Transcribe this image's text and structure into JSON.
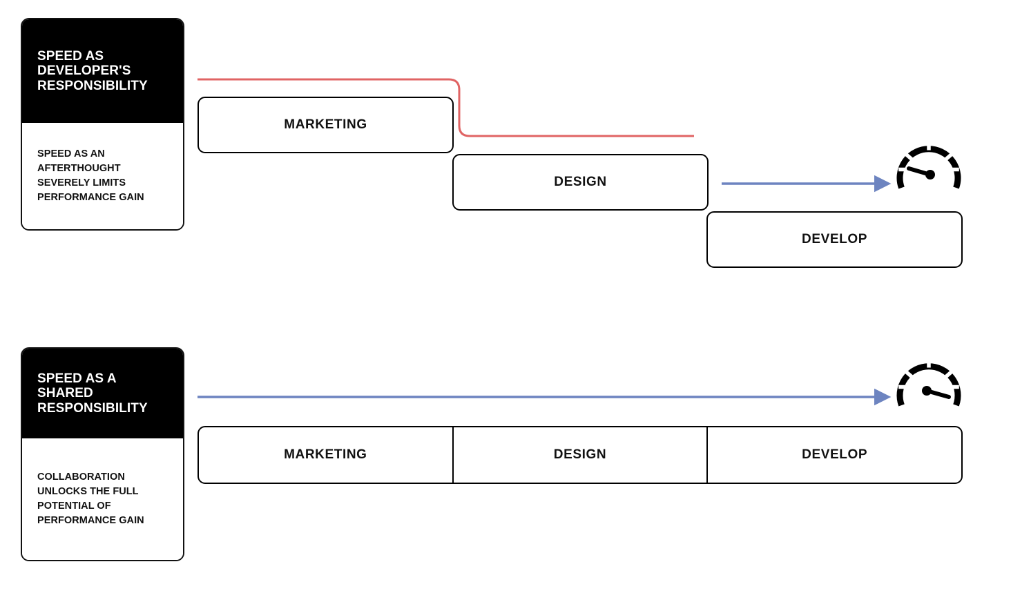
{
  "diagram": {
    "title": "Speed as developer's responsibility versus shared responsibility",
    "colors": {
      "ink": "#000000",
      "card_header_bg": "#000000",
      "card_header_text": "#ffffff",
      "slow_path": "#e06464",
      "fast_arrow": "#6d84c0",
      "background": "#ffffff"
    }
  },
  "scenarios": [
    {
      "id": "developer-responsibility",
      "card": {
        "headline": "SPEED AS DEVELOPER'S RESPONSIBILITY",
        "caption": "SPEED AS AN AFTERTHOUGHT SEVERELY LIMITS PERFORMANCE GAIN"
      },
      "layout": "staggered",
      "stages": [
        {
          "label": "MARKETING"
        },
        {
          "label": "DESIGN"
        },
        {
          "label": "DEVELOP"
        }
      ],
      "connectors": [
        {
          "name": "slow-path-line",
          "kind": "stepped-line",
          "color": "#e06464",
          "arrowhead": false
        },
        {
          "name": "speed-arrow",
          "kind": "arrow",
          "color": "#6d84c0",
          "arrowhead": true
        }
      ],
      "gauge": {
        "name": "speedometer-low",
        "needle": "low",
        "reading": "low"
      }
    },
    {
      "id": "shared-responsibility",
      "card": {
        "headline": "SPEED AS A SHARED RESPONSIBILITY",
        "caption": "COLLABORATION UNLOCKS THE FULL POTENTIAL OF PERFORMANCE GAIN"
      },
      "layout": "aligned",
      "stages": [
        {
          "label": "MARKETING"
        },
        {
          "label": "DESIGN"
        },
        {
          "label": "DEVELOP"
        }
      ],
      "connectors": [
        {
          "name": "speed-arrow",
          "kind": "arrow",
          "color": "#6d84c0",
          "arrowhead": true
        }
      ],
      "gauge": {
        "name": "speedometer-high",
        "needle": "high",
        "reading": "high"
      }
    }
  ]
}
